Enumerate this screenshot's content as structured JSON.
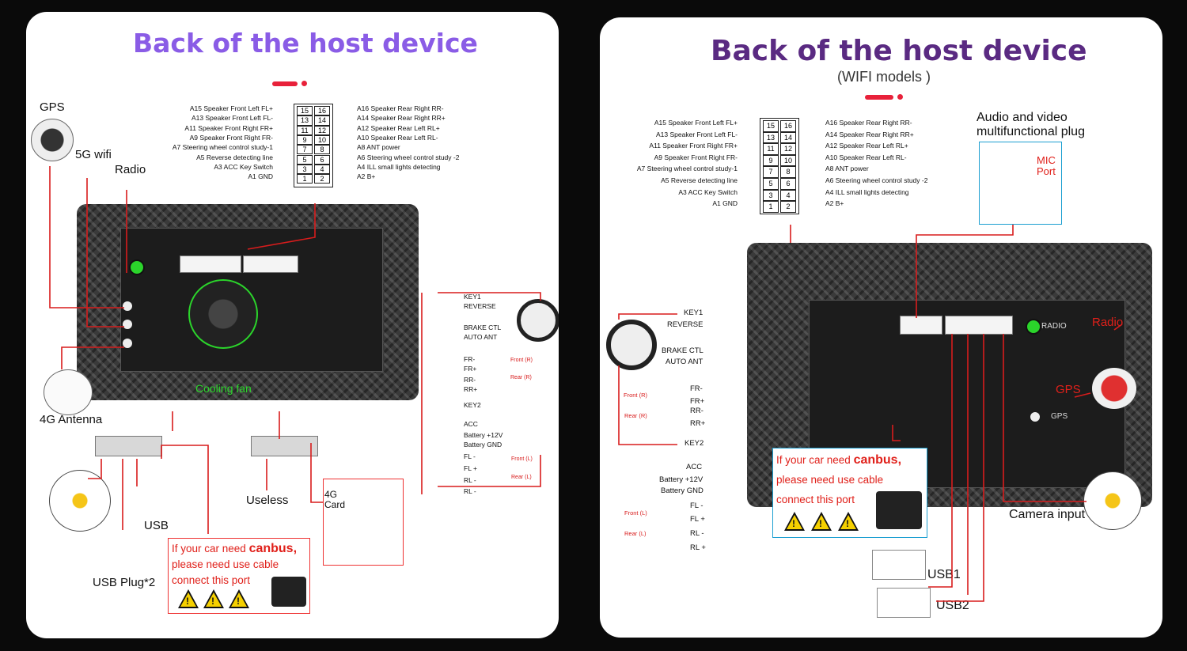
{
  "left_panel": {
    "title": "Back of the host device",
    "pins_left": [
      "A15  Speaker Front Left FL+",
      "A13  Speaker Front Left FL-",
      "A11  Speaker Front Right FR+",
      "A9    Speaker Front Right FR-",
      "A7   Steering wheel control study-1",
      "A5   Reverse detecting line",
      "A3 ACC Key Switch",
      "A1 GND"
    ],
    "pins_right": [
      "A16 Speaker Rear Right RR-",
      "A14 Speaker Rear Right RR+",
      "A12 Speaker Rear Left RL+",
      "A10 Speaker Rear Left RL-",
      "A8   ANT power",
      "A6   Steering wheel control study -2",
      "A4   ILL small lights detecting",
      "A2   B+"
    ],
    "pin_numbers_left": [
      "15",
      "13",
      "11",
      "9",
      "7",
      "5",
      "3",
      "1"
    ],
    "pin_numbers_right": [
      "16",
      "14",
      "12",
      "10",
      "8",
      "6",
      "4",
      "2"
    ],
    "labels": {
      "gps": "GPS",
      "wifi": "5G wifi",
      "radio": "Radio",
      "antenna": "4G Antenna",
      "cooling": "Cooling fan",
      "usb": "USB",
      "usb_plug": "USB Plug*2",
      "useless": "Useless",
      "card": "4G\nCard"
    },
    "harness": [
      "KEY1",
      "REVERSE",
      "BRAKE CTL",
      "AUTO ANT",
      "FR-",
      "FR+",
      "RR-",
      "RR+",
      "KEY2",
      "ACC",
      "Battery +12V",
      "Battery GND",
      "FL -",
      "FL +",
      "RL -",
      "RL -"
    ],
    "speakers": [
      "Front (R)",
      "Rear (R)",
      "Front (L)",
      "Rear (L)"
    ],
    "canbus": {
      "line1": "If your car need ",
      "bold": "canbus,",
      "line2": "please need use cable",
      "line3": "connect this port"
    }
  },
  "right_panel": {
    "title": "Back of the host device",
    "subtitle": "(WIFI models )",
    "pins_left": [
      "A15  Speaker Front Left FL+",
      "A13  Speaker Front Left FL-",
      "A11  Speaker Front Right FR+",
      "A9    Speaker Front Right FR-",
      "A7   Steering wheel control study-1",
      "A5   Reverse detecting line",
      "A3 ACC Key Switch",
      "A1 GND"
    ],
    "pins_right": [
      "A16 Speaker Rear Right RR-",
      "A14 Speaker Rear Right RR+",
      "A12 Speaker Rear Left RL+",
      "A10 Speaker Rear Left RL-",
      "A8   ANT power",
      "A6   Steering wheel control study -2",
      "A4   ILL small lights detecting",
      "A2   B+"
    ],
    "pin_numbers_left": [
      "15",
      "13",
      "11",
      "9",
      "7",
      "5",
      "3",
      "1"
    ],
    "pin_numbers_right": [
      "16",
      "14",
      "12",
      "10",
      "8",
      "6",
      "4",
      "2"
    ],
    "labels": {
      "av_plug": "Audio and video\nmultifunctional plug",
      "mic": "MIC\nPort",
      "radio": "Radio",
      "gps": "GPS",
      "camera": "Camera input",
      "usb1": "USB1",
      "usb2": "USB2",
      "radio_chip": "RADIO",
      "gps_chip": "GPS"
    },
    "harness": [
      "KEY1",
      "REVERSE",
      "BRAKE CTL",
      "AUTO ANT",
      "FR-",
      "FR+",
      "RR-",
      "RR+",
      "KEY2",
      "ACC",
      "Battery +12V",
      "Battery GND",
      "FL -",
      "FL +",
      "RL -",
      "RL +"
    ],
    "speakers": [
      "Front (R)",
      "Rear (R)",
      "Front (L)",
      "Rear (L)"
    ],
    "canbus": {
      "line1": "If your car need ",
      "bold": "canbus,",
      "line2": "please need use cable",
      "line3": "connect this port"
    }
  },
  "colors": {
    "title_left": "#8a5ce6",
    "title_right": "#5a2a82",
    "accent": "#e8213a",
    "wire": "#d81c1c",
    "green": "#2bd42b"
  }
}
